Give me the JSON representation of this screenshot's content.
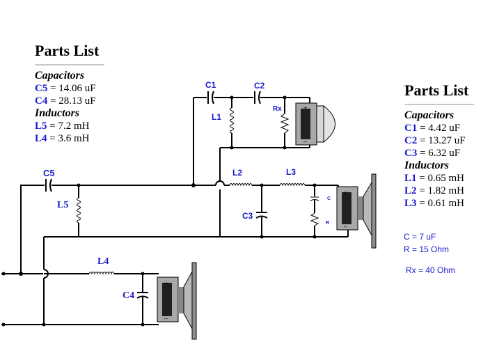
{
  "left_panel": {
    "title": "Parts List",
    "capacitors_heading": "Capacitors",
    "capacitors": [
      {
        "ref": "C5",
        "value": " = 14.06 uF"
      },
      {
        "ref": "C4",
        "value": " = 28.13 uF"
      }
    ],
    "inductors_heading": "Inductors",
    "inductors": [
      {
        "ref": "L5",
        "value": " = 7.2 mH"
      },
      {
        "ref": "L4",
        "value": " = 3.6 mH"
      }
    ]
  },
  "right_panel": {
    "title": "Parts List",
    "capacitors_heading": "Capacitors",
    "capacitors": [
      {
        "ref": "C1",
        "value": " = 4.42 uF"
      },
      {
        "ref": "C2",
        "value": " = 13.27 uF"
      },
      {
        "ref": "C3",
        "value": " = 6.32 uF"
      }
    ],
    "inductors_heading": "Inductors",
    "inductors": [
      {
        "ref": "L1",
        "value": " = 0.65 mH"
      },
      {
        "ref": "L2",
        "value": " = 1.82 mH"
      },
      {
        "ref": "L3",
        "value": " = 0.61 mH"
      }
    ]
  },
  "notes": {
    "c": "C = 7 uF",
    "r": "R = 15 Ohm",
    "rx": "Rx = 40 Ohm"
  },
  "schematic_labels": {
    "c1": "C1",
    "c2": "C2",
    "c3": "C3",
    "c4": "C4",
    "c5": "C5",
    "l1": "L1",
    "l2": "L2",
    "l3": "L3",
    "l4": "L4",
    "l5": "L5",
    "rx": "Rx",
    "c_small": "C",
    "r_small": "R",
    "plus": "+",
    "minus": "–"
  },
  "colors": {
    "label_blue": "#1a1acc",
    "speaker_gray": "#a8a8a8"
  }
}
